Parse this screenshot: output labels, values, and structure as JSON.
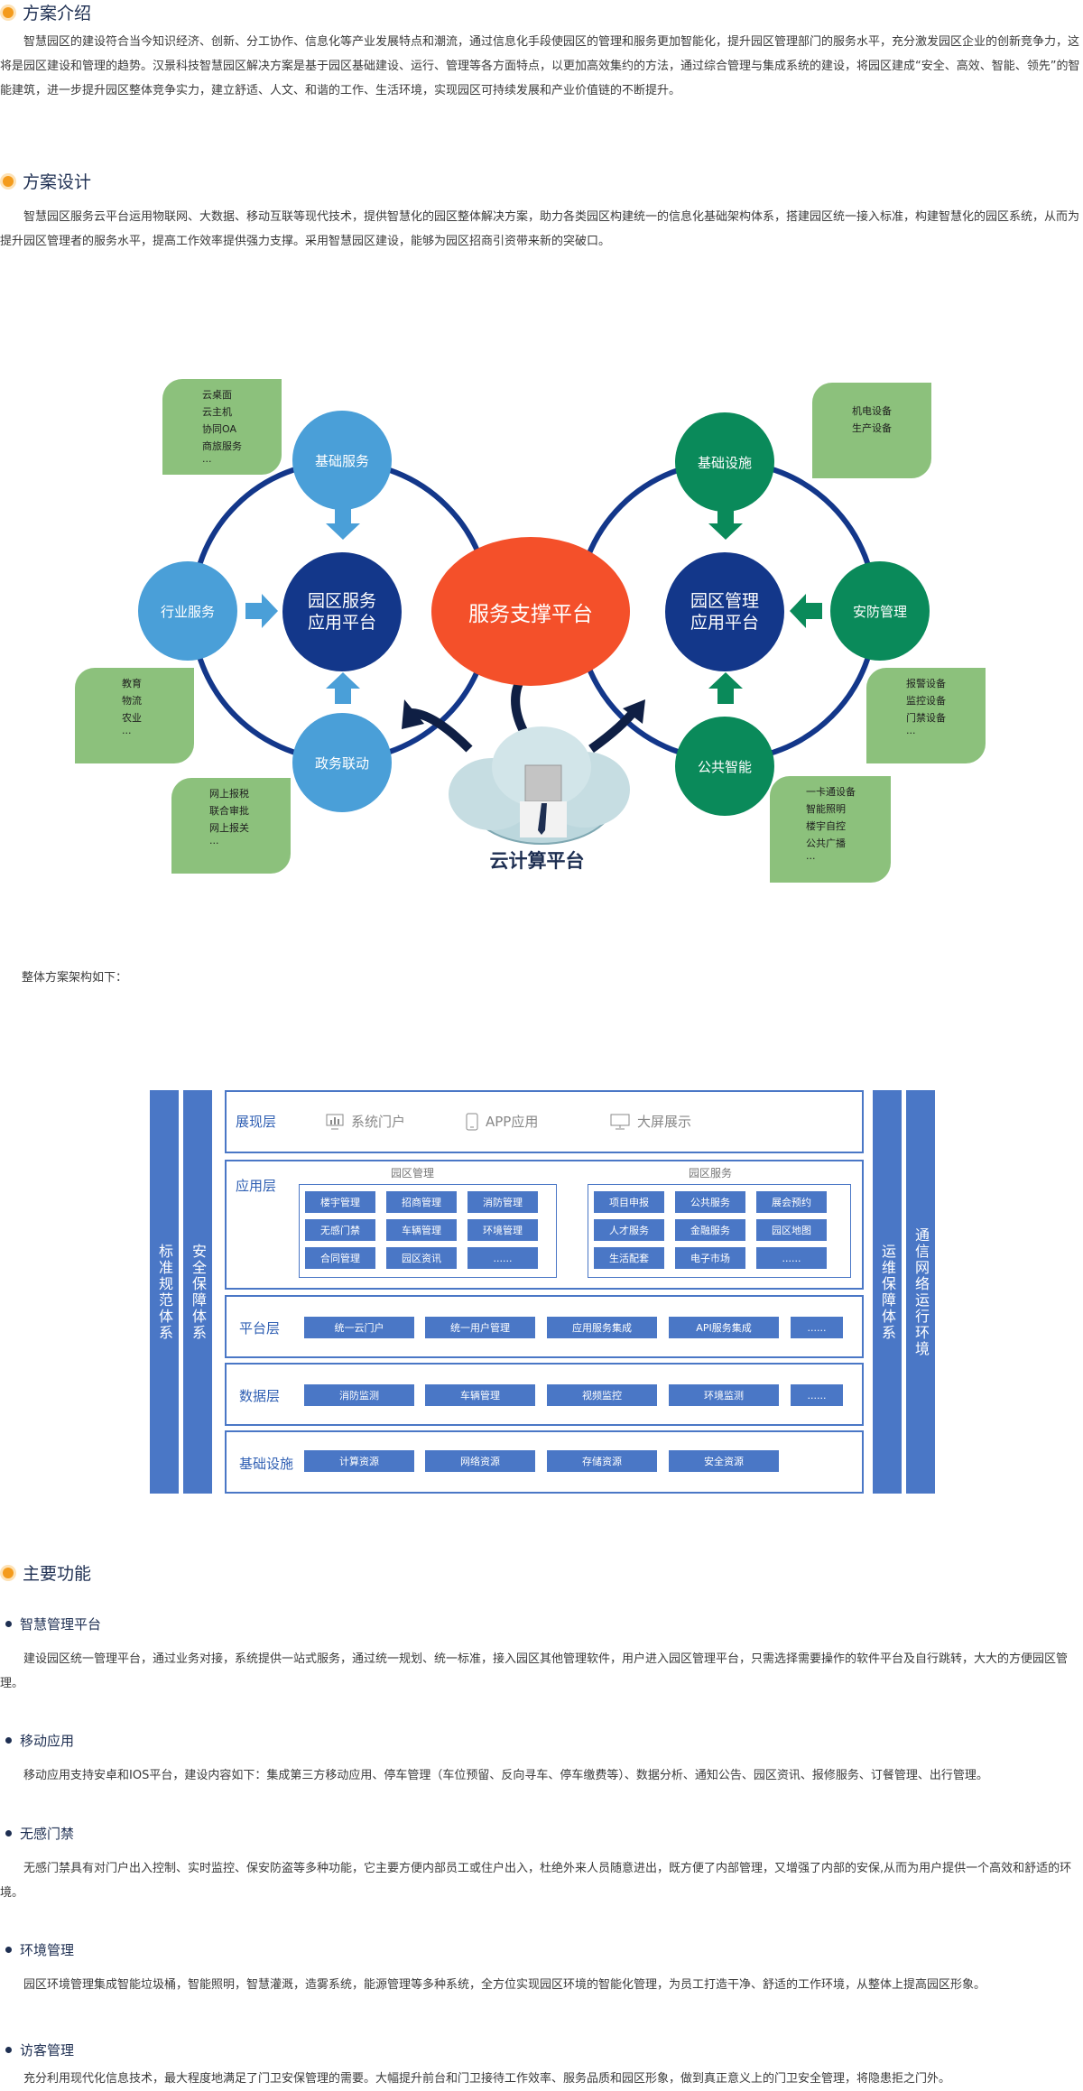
{
  "intro": {
    "title": "方案介绍",
    "text": "智慧园区的建设符合当今知识经济、创新、分工协作、信息化等产业发展特点和潮流，通过信息化手段使园区的管理和服务更加智能化，提升园区管理部门的服务水平，充分激发园区企业的创新竞争力，这将是园区建设和管理的趋势。汉景科技智慧园区解决方案是基于园区基础建设、运行、管理等各方面特点，以更加高效集约的方法，通过综合管理与集成系统的建设，将园区建成“安全、高效、智能、领先”的智能建筑，进一步提升园区整体竞争实力，建立舒适、人文、和谐的工作、生活环境，实现园区可持续发展和产业价值链的不断提升。"
  },
  "design": {
    "title": "方案设计",
    "text": "智慧园区服务云平台运用物联网、大数据、移动互联等现代技术，提供智慧化的园区整体解决方案，助力各类园区构建统一的信息化基础架构体系，搭建园区统一接入标准，构建智慧化的园区系统，从而为提升园区管理者的服务水平，提高工作效率提供强力支撑。采用智慧园区建设，能够为园区招商引资带来新的突破口。"
  },
  "diagram": {
    "center": "服务支撑平台",
    "left_hub": [
      "园区服务",
      "应用平台"
    ],
    "right_hub": [
      "园区管理",
      "应用平台"
    ],
    "left_nodes": {
      "top": "基础服务",
      "left": "行业服务",
      "bottom": "政务联动"
    },
    "right_nodes": {
      "top": "基础设施",
      "right": "安防管理",
      "bottom": "公共智能"
    },
    "cloud_label": "云计算平台",
    "leaves": {
      "lt": [
        "云桌面",
        "云主机",
        "协同OA",
        "商旅服务",
        "..."
      ],
      "lm": [
        "教育",
        "物流",
        "农业",
        "..."
      ],
      "lb": [
        "网上报税",
        "联合审批",
        "网上报关",
        "..."
      ],
      "rt": [
        "机电设备",
        "生产设备"
      ],
      "rm": [
        "报警设备",
        "监控设备",
        "门禁设备",
        "..."
      ],
      "rb": [
        "一卡通设备",
        "智能照明",
        "楼宇自控",
        "公共广播",
        "..."
      ]
    },
    "colors": {
      "navy": "#13378a",
      "light_blue": "#4a9fd8",
      "green": "#0a8a5a",
      "leaf": "#8cc17c",
      "orange": "#f4502a"
    }
  },
  "arch_note": "整体方案架构如下：",
  "arch": {
    "side_left": [
      "标准规范体系",
      "安全保障体系"
    ],
    "side_right": [
      "运维保障体系",
      "通信网络运行环境"
    ],
    "presentation": {
      "label": "展现层",
      "items": [
        "系统门户",
        "APP应用",
        "大屏展示"
      ]
    },
    "application": {
      "label": "应用层",
      "groups": [
        {
          "name": "园区管理",
          "items": [
            "楼宇管理",
            "招商管理",
            "消防管理",
            "无感门禁",
            "车辆管理",
            "环境管理",
            "合同管理",
            "园区资讯",
            "......"
          ]
        },
        {
          "name": "园区服务",
          "items": [
            "项目申报",
            "公共服务",
            "展会预约",
            "人才服务",
            "金融服务",
            "园区地图",
            "生活配套",
            "电子市场",
            "......"
          ]
        }
      ]
    },
    "platform": {
      "label": "平台层",
      "items": [
        "统一云门户",
        "统一用户管理",
        "应用服务集成",
        "API服务集成",
        "......"
      ]
    },
    "data": {
      "label": "数据层",
      "items": [
        "消防监测",
        "车辆管理",
        "视频监控",
        "环境监测",
        "......"
      ]
    },
    "infra": {
      "label": "基础设施",
      "items": [
        "计算资源",
        "网络资源",
        "存储资源",
        "安全资源"
      ]
    }
  },
  "features": {
    "title": "主要功能",
    "items": [
      {
        "title": "智慧管理平台",
        "text": "建设园区统一管理平台，通过业务对接，系统提供一站式服务，通过统一规划、统一标准，接入园区其他管理软件，用户进入园区管理平台，只需选择需要操作的软件平台及自行跳转，大大的方便园区管理。"
      },
      {
        "title": "移动应用",
        "text": "移动应用支持安卓和IOS平台，建设内容如下：集成第三方移动应用、停车管理（车位预留、反向寻车、停车缴费等）、数据分析、通知公告、园区资讯、报修服务、订餐管理、出行管理。"
      },
      {
        "title": "无感门禁",
        "text": "无感门禁具有对门户出入控制、实时监控、保安防盗等多种功能，它主要方便内部员工或住户出入，杜绝外来人员随意进出，既方便了内部管理，又增强了内部的安保,从而为用户提供一个高效和舒适的环境。"
      },
      {
        "title": "环境管理",
        "text": "园区环境管理集成智能垃圾桶，智能照明，智慧灌溉，造雾系统，能源管理等多种系统，全方位实现园区环境的智能化管理，为员工打造干净、舒适的工作环境，从整体上提高园区形象。"
      },
      {
        "title": "访客管理",
        "text": "充分利用现代化信息技术，最大程度地满足了门卫安保管理的需要。大幅提升前台和门卫接待工作效率、服务品质和园区形象，做到真正意义上的门卫安全管理，将隐患拒之门外。"
      }
    ]
  }
}
